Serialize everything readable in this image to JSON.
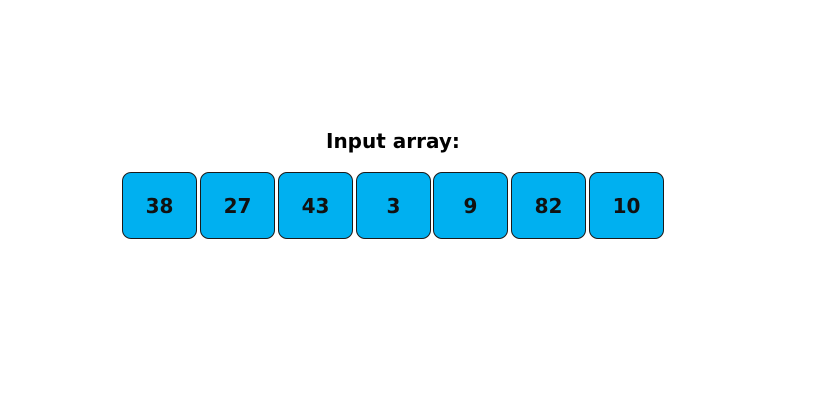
{
  "title": "Input array:",
  "array": {
    "values": [
      "38",
      "27",
      "43",
      "3",
      "9",
      "82",
      "10"
    ]
  },
  "colors": {
    "cell_fill": "#00b0f0",
    "cell_border": "#1a1a1a",
    "text": "#000000"
  }
}
